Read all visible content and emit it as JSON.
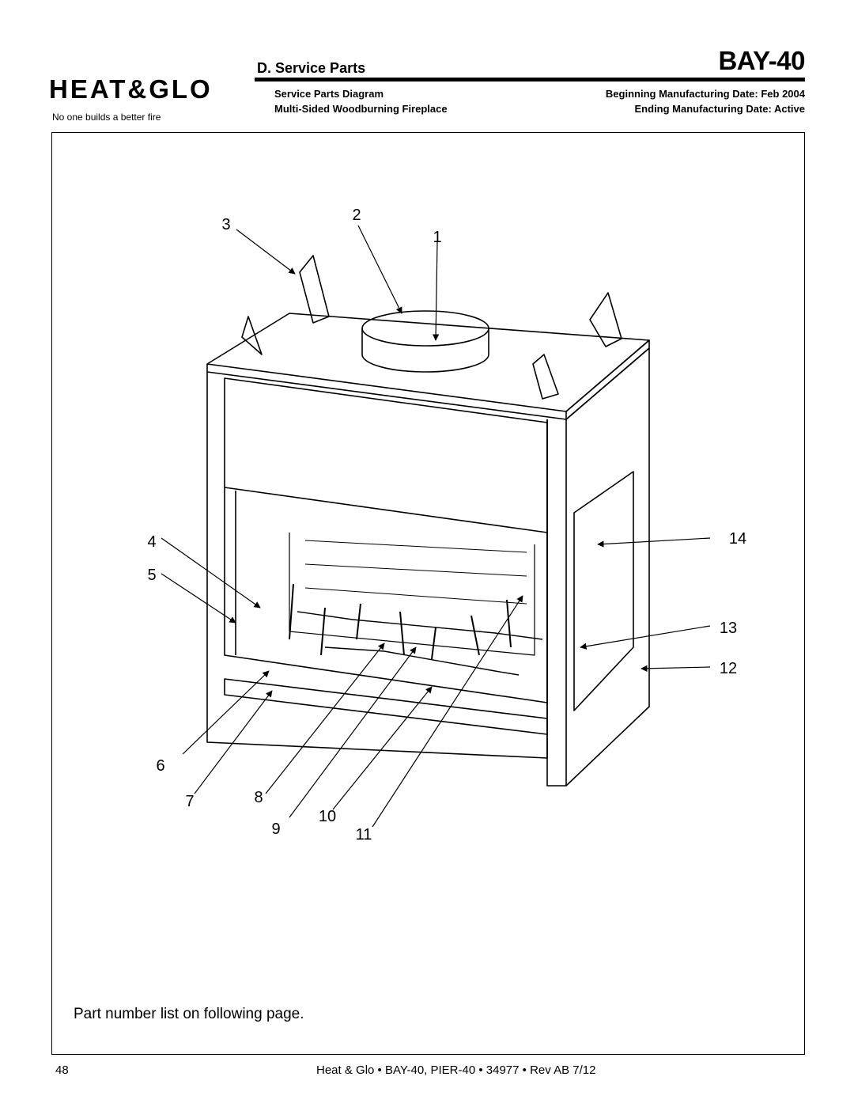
{
  "brand": {
    "logo_text": "HEAT&GLO",
    "tagline": "No one builds a better fire"
  },
  "header": {
    "section_title": "D. Service Parts",
    "model_code": "BAY-40",
    "left_line1": "Service Parts Diagram",
    "left_line2": "Multi-Sided Woodburning Fireplace",
    "right_line1": "Beginning Manufacturing Date: Feb 2004",
    "right_line2": "Ending Manufacturing Date: Active"
  },
  "diagram": {
    "callouts": [
      "1",
      "2",
      "3",
      "4",
      "5",
      "6",
      "7",
      "8",
      "9",
      "10",
      "11",
      "12",
      "13",
      "14"
    ]
  },
  "footnote": "Part number list on following page.",
  "footer": {
    "page_number": "48",
    "doc_info": "Heat & Glo • BAY-40, PIER-40 • 34977 • Rev AB 7/12"
  }
}
